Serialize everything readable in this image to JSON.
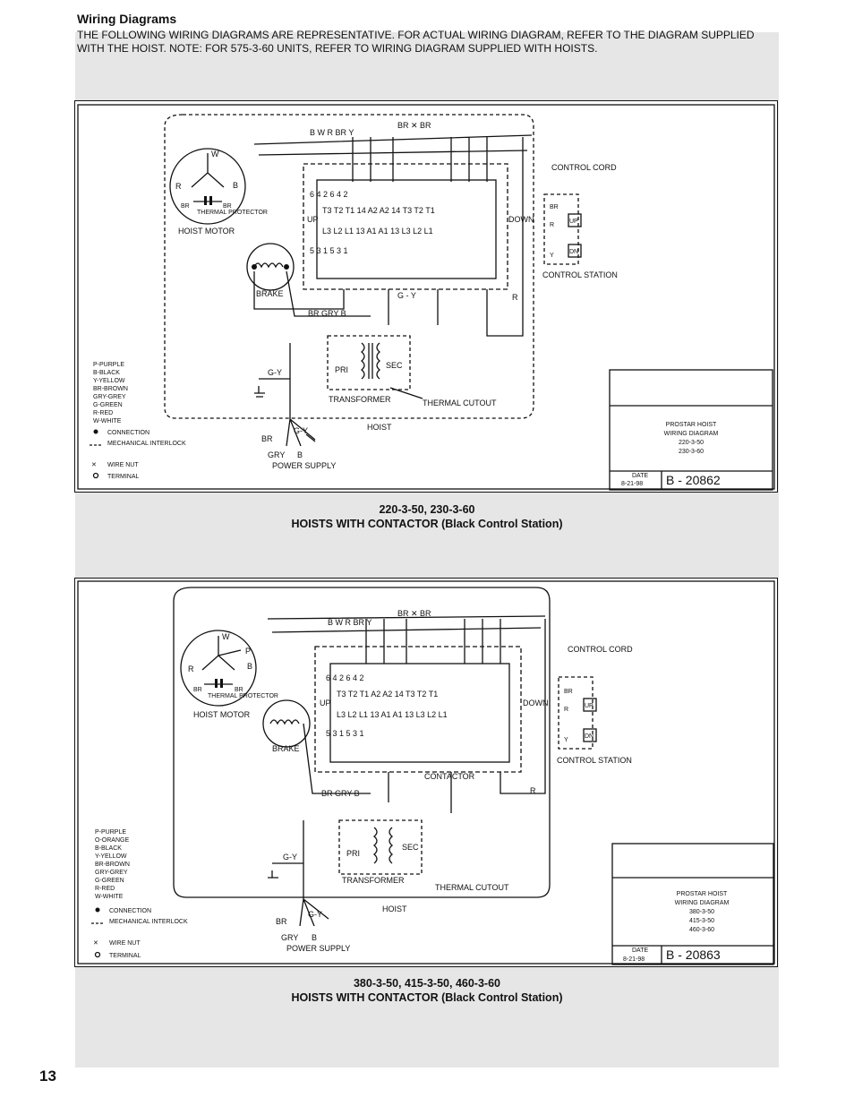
{
  "heading": "Wiring Diagrams",
  "intro": "THE FOLLOWING WIRING DIAGRAMS ARE REPRESENTATIVE. FOR ACTUAL WIRING DIAGRAM, REFER TO THE DIAGRAM SUPPLIED WITH THE HOIST. NOTE: FOR 575-3-60 UNITS, REFER TO WIRING DIAGRAM SUPPLIED WITH HOISTS.",
  "page_number": "13",
  "labels": {
    "hoist_motor": "HOIST MOTOR",
    "thermal_protector": "THERMAL PROTECTOR",
    "brake": "BRAKE",
    "transformer": "TRANSFORMER",
    "thermal_cutout": "THERMAL CUTOUT",
    "hoist": "HOIST",
    "power_supply": "POWER SUPPLY",
    "control_cord": "CONTROL CORD",
    "control_station": "CONTROL STATION",
    "contactor": "CONTACTOR",
    "up": "UP",
    "down": "DOWN",
    "pri": "PRI",
    "sec": "SEC",
    "dn": "DN"
  },
  "legend_common": [
    "B-BLACK",
    "Y-YELLOW",
    "BR-BROWN",
    "GRY-GREY",
    "G-GREEN",
    "R-RED",
    "W-WHITE"
  ],
  "symbols": [
    "CONNECTION",
    "MECHANICAL INTERLOCK",
    "WIRE NUT",
    "TERMINAL"
  ],
  "diagrams": [
    {
      "legend_extra": [
        "P-PURPLE"
      ],
      "title_block": [
        "PROSTAR HOIST",
        "WIRING DIAGRAM",
        "220-3-50",
        "230-3-60"
      ],
      "date_label": "DATE",
      "date": "8-21-98",
      "drawing_number": "B -   20862",
      "caption_line1": "220-3-50, 230-3-60",
      "caption_line2": "HOISTS WITH CONTACTOR (Black Control Station)"
    },
    {
      "legend_extra": [
        "P-PURPLE",
        "O-ORANGE"
      ],
      "title_block": [
        "PROSTAR HOIST",
        "WIRING DIAGRAM",
        "380-3-50",
        "415-3-50",
        "460-3-60"
      ],
      "date_label": "DATE",
      "date": "8-21-98",
      "drawing_number": "B -   20863",
      "caption_line1": "380-3-50, 415-3-50, 460-3-60",
      "caption_line2": "HOISTS WITH CONTACTOR (Black Control Station)"
    }
  ]
}
